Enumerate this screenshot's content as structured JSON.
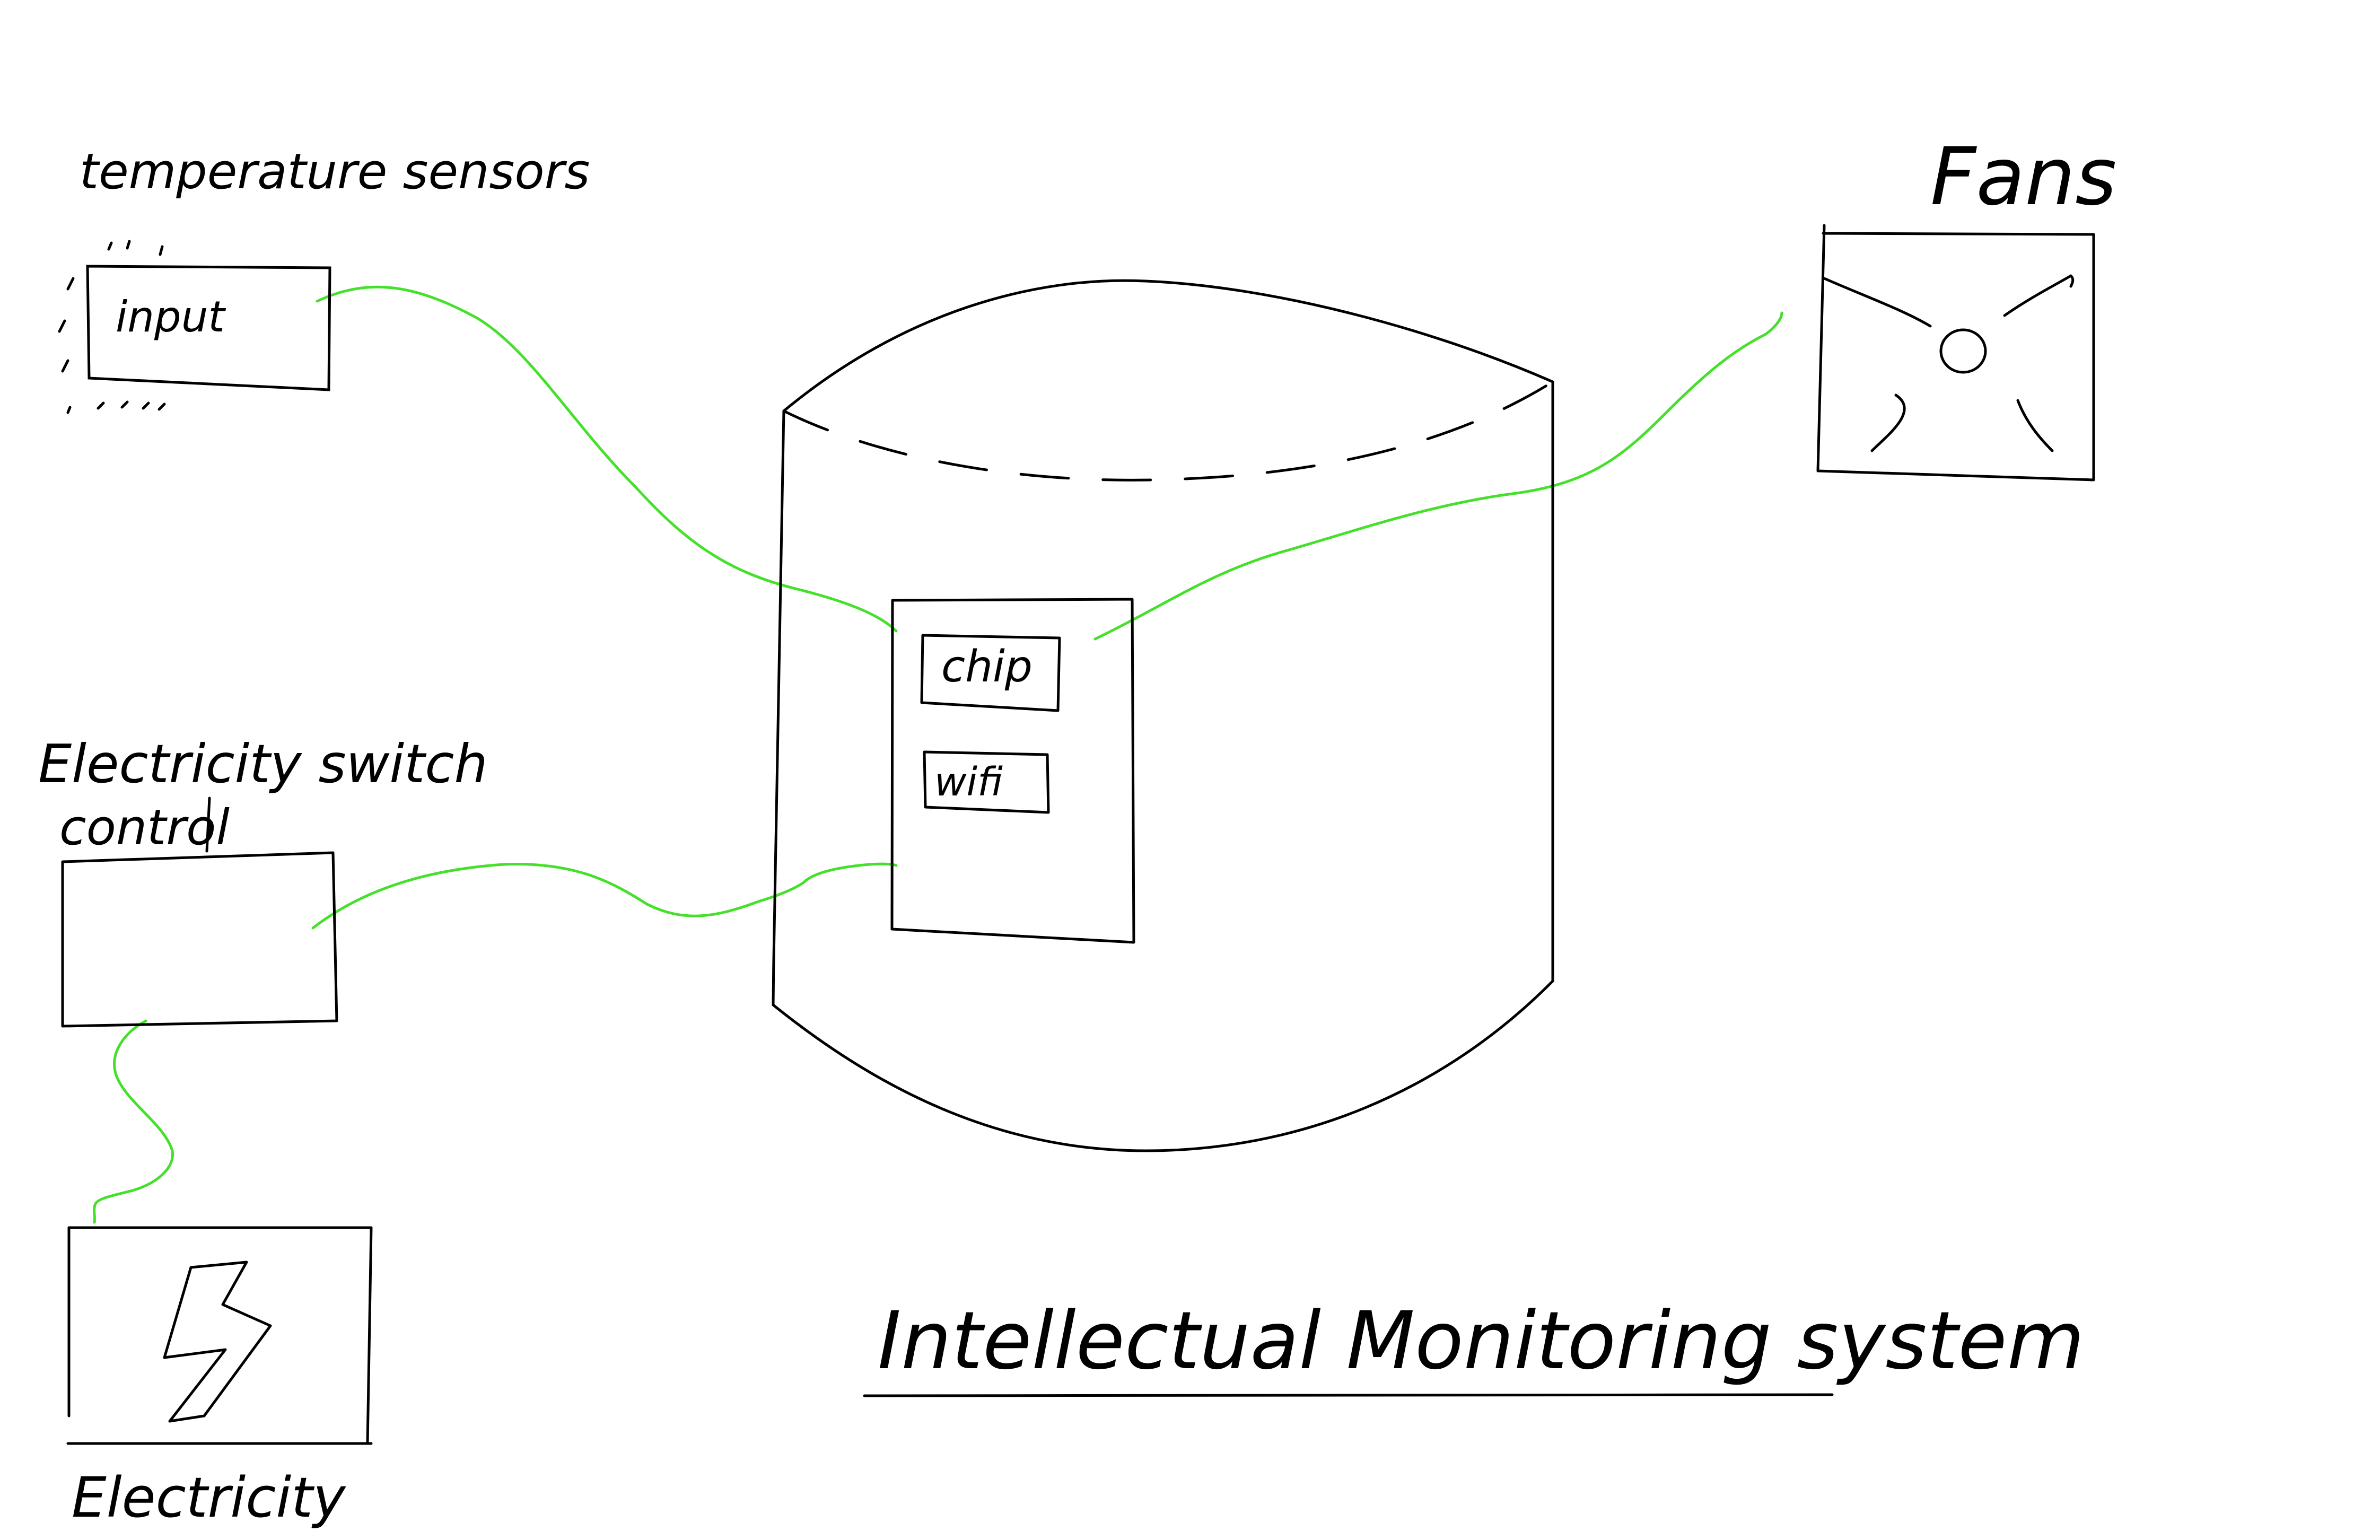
{
  "labels": {
    "temperature_sensors": "temperature sensors",
    "input": "input",
    "fans": "Fans",
    "chip": "chip",
    "wifi": "wifi",
    "electricity_switch_line1": "Electricity switch",
    "electricity_switch_line2": "control",
    "electricity": "Electricity",
    "system_title": "Intellectual Monitoring system"
  },
  "colors": {
    "ink": "#000000",
    "wire": "#44e02a",
    "background": "#ffffff"
  },
  "icons": {
    "fan": "fan-icon",
    "electricity": "lightning-bolt-icon"
  }
}
